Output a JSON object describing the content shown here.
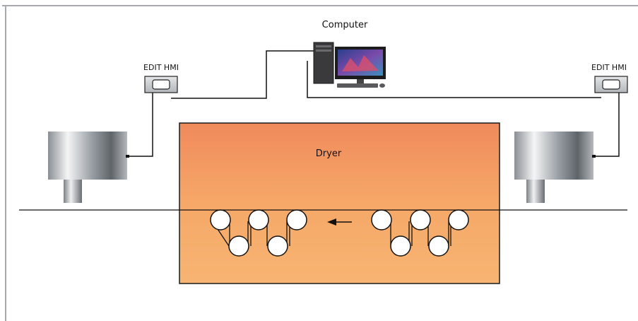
{
  "labels": {
    "computer": "Computer",
    "hmi_left": "EDIT HMI",
    "hmi_right": "EDIT HMI",
    "dryer": "Dryer"
  },
  "colors": {
    "frame": "#a6a9ad",
    "dryer_top": "#f08a5c",
    "dryer_bottom": "#f7b472",
    "dryer_border": "#1a1a1a",
    "wire": "#111111",
    "hmi_body": "#c9cccf",
    "sensor_dark": "#6f7479",
    "sensor_light": "#f2f3f4"
  },
  "icons": {
    "computer": "desktop-computer-icon",
    "hmi": "hmi-panel-icon",
    "sensor": "web-sensor-head-icon",
    "roller": "roller-icon",
    "direction": "arrow-left-icon"
  }
}
